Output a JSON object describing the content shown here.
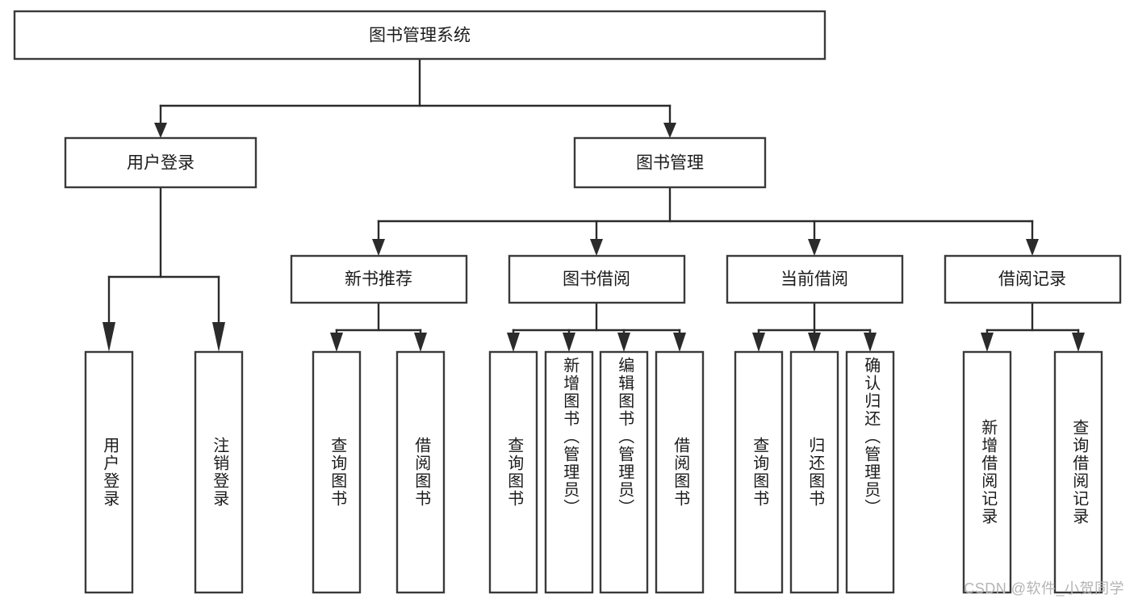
{
  "diagram": {
    "type": "tree",
    "title": "图书管理系统",
    "watermark": "CSDN @软件_小贺同学",
    "root": {
      "id": "root",
      "label": "图书管理系统"
    },
    "level2": [
      {
        "id": "user-login",
        "label": "用户登录"
      },
      {
        "id": "book-manage",
        "label": "图书管理"
      }
    ],
    "level3": [
      {
        "id": "new-book-recommend",
        "label": "新书推荐",
        "parent": "book-manage"
      },
      {
        "id": "book-borrow",
        "label": "图书借阅",
        "parent": "book-manage"
      },
      {
        "id": "current-borrow",
        "label": "当前借阅",
        "parent": "book-manage"
      },
      {
        "id": "borrow-record",
        "label": "借阅记录",
        "parent": "book-manage"
      }
    ],
    "leaves": [
      {
        "id": "leaf-user-login",
        "label": "用户登录",
        "parent": "user-login"
      },
      {
        "id": "leaf-user-logout",
        "label": "注销登录",
        "parent": "user-login"
      },
      {
        "id": "leaf-query-book-1",
        "label": "查询图书",
        "parent": "new-book-recommend"
      },
      {
        "id": "leaf-borrow-book-1",
        "label": "借阅图书",
        "parent": "new-book-recommend"
      },
      {
        "id": "leaf-query-book-2",
        "label": "查询图书",
        "parent": "book-borrow"
      },
      {
        "id": "leaf-add-book",
        "label": "新增图书（管理员）",
        "parent": "book-borrow"
      },
      {
        "id": "leaf-edit-book",
        "label": "编辑图书（管理员）",
        "parent": "book-borrow"
      },
      {
        "id": "leaf-borrow-book-2",
        "label": "借阅图书",
        "parent": "book-borrow"
      },
      {
        "id": "leaf-query-book-3",
        "label": "查询图书",
        "parent": "current-borrow"
      },
      {
        "id": "leaf-return-book",
        "label": "归还图书",
        "parent": "current-borrow"
      },
      {
        "id": "leaf-confirm-return",
        "label": "确认归还（管理员）",
        "parent": "current-borrow"
      },
      {
        "id": "leaf-add-record",
        "label": "新增借阅记录",
        "parent": "borrow-record"
      },
      {
        "id": "leaf-query-record",
        "label": "查询借阅记录",
        "parent": "borrow-record"
      }
    ],
    "colors": {
      "box_stroke": "#3a3a3a",
      "connector": "#2b2b2b",
      "text": "#1b1b1b",
      "background": "#ffffff",
      "watermark": "#b4b4b4"
    }
  }
}
